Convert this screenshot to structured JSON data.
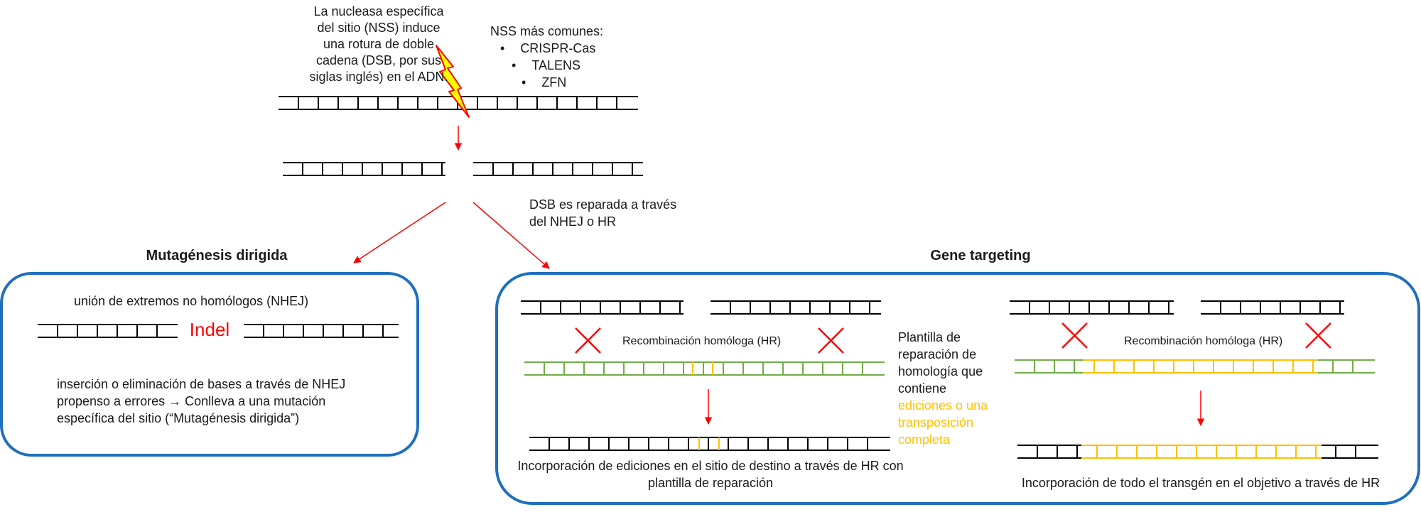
{
  "nss_note": [
    "La nucleasa específica",
    "del sitio (NSS) induce",
    "una rotura de doble",
    "cadena (DSB, por sus",
    "siglas inglés) en el ADN."
  ],
  "nss_common": {
    "title": "NSS más comunes:",
    "items": [
      "CRISPR-Cas",
      "TALENS",
      "ZFN"
    ]
  },
  "dsb_repair": [
    "DSB es reparada a través",
    "del NHEJ o HR"
  ],
  "mutagenesis": {
    "heading": "Mutagénesis dirigida",
    "nhej_label": "unión de extremos no homólogos (NHEJ)",
    "indel_label": "Indel",
    "description": [
      "inserción o eliminación de bases a través de NHEJ",
      "propenso a errores → Conlleva a una mutación",
      "específica del sitio (“Mutagénesis dirigida”)"
    ]
  },
  "gene_targeting": {
    "heading": "Gene targeting",
    "hr_label_left": "Recombinación homóloga (HR)",
    "hr_label_right": "Recombinación homóloga (HR)",
    "template_note": [
      "Plantilla de",
      "reparación de",
      "homología que",
      "contiene"
    ],
    "template_note_highlight": [
      "ediciones o una",
      "transposición",
      "completa"
    ],
    "result_left": [
      "Incorporación de ediciones en el sitio de destino a través de HR con",
      "plantilla de reparación"
    ],
    "result_right": "Incorporación de todo el transgén en el objetivo a través de HR"
  },
  "colors": {
    "dna": "#000000",
    "arrow": "#ff0000",
    "panel_border": "#1f6fbf",
    "template_green": "#70ad47",
    "edit_orange": "#ffc000",
    "lightning_fill": "#ffff00",
    "lightning_stroke": "#ff0000"
  }
}
